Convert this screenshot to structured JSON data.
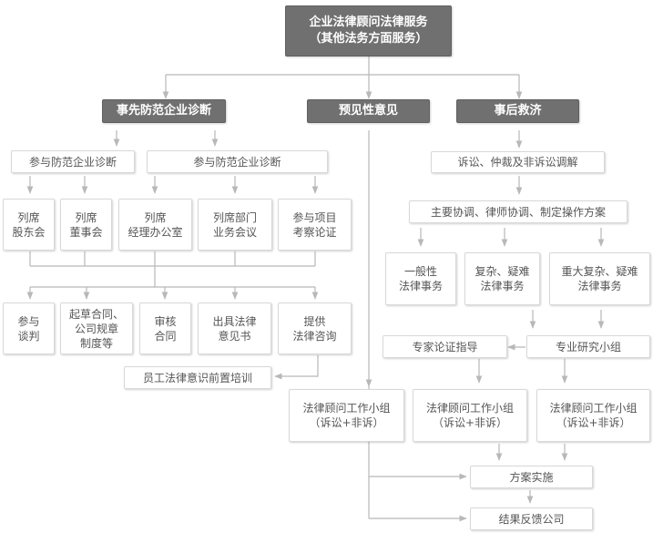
{
  "diagram": {
    "root": {
      "line1": "企业法律顾问法律服务",
      "line2": "（其他法务方面服务）"
    },
    "branches": {
      "prevention": "事先防范企业诊断",
      "opinion": "预见性意见",
      "remedy": "事后救济"
    },
    "prevention": {
      "group_a": "参与防范企业诊断",
      "group_b": "参与防范企业诊断",
      "attend_shareholders": [
        "列席",
        "股东会"
      ],
      "attend_board": [
        "列席",
        "董事会"
      ],
      "attend_manager": [
        "列席",
        "经理办公室"
      ],
      "attend_dept": [
        "列席部门",
        "业务会议"
      ],
      "project_review": [
        "参与项目",
        "考察论证"
      ],
      "negotiation": [
        "参与",
        "谈判"
      ],
      "drafting": [
        "起草合同、",
        "公司规章",
        "制度等"
      ],
      "contract_review": [
        "审核",
        "合同"
      ],
      "legal_opinion": [
        "出具法律",
        "意见书"
      ],
      "legal_consult": [
        "提供",
        "法律咨询"
      ],
      "training": "员工法律意识前置培训"
    },
    "remedy": {
      "disputes": "诉讼、仲裁及非诉讼调解",
      "coordination": "主要协调、律师协调、制定操作方案",
      "general": [
        "一般性",
        "法律事务"
      ],
      "complex": [
        "复杂、疑难",
        "法律事务"
      ],
      "major": [
        "重大复杂、疑难",
        "法律事务"
      ],
      "expert": "专家论证指导",
      "research": "专业研究小组"
    },
    "teams": {
      "team1": [
        "法律顾问工作小组",
        "（诉讼+非诉）"
      ],
      "team2": [
        "法律顾问工作小组",
        "（诉讼+非诉）"
      ],
      "team3": [
        "法律顾问工作小组",
        "（诉讼+非诉）"
      ]
    },
    "implementation": "方案实施",
    "feedback": "结果反馈公司"
  },
  "colors": {
    "dark_fill": "#707070",
    "connector": "#b8b8b8",
    "text": "#555555",
    "box_border": "#d8d8d8"
  }
}
